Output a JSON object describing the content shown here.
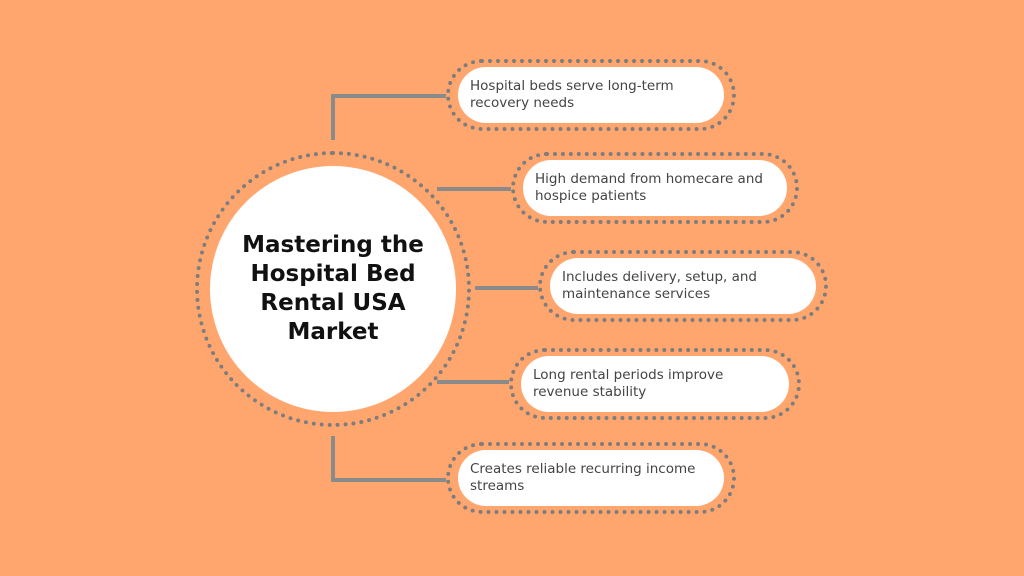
{
  "title": "Mastering the Hospital Bed Rental USA Market",
  "items": [
    {
      "text": "Hospital beds serve long-term recovery needs"
    },
    {
      "text": "High demand from homecare and hospice patients"
    },
    {
      "text": "Includes delivery, setup, and maintenance services"
    },
    {
      "text": "Long rental periods improve revenue stability"
    },
    {
      "text": "Creates reliable recurring income streams"
    }
  ],
  "colors": {
    "background": "#FFA66F",
    "connector": "#8a8a8a",
    "dotted_border": "#7d7d7d",
    "node_fill": "#ffffff",
    "title_text": "#111111",
    "item_text": "#444444"
  }
}
